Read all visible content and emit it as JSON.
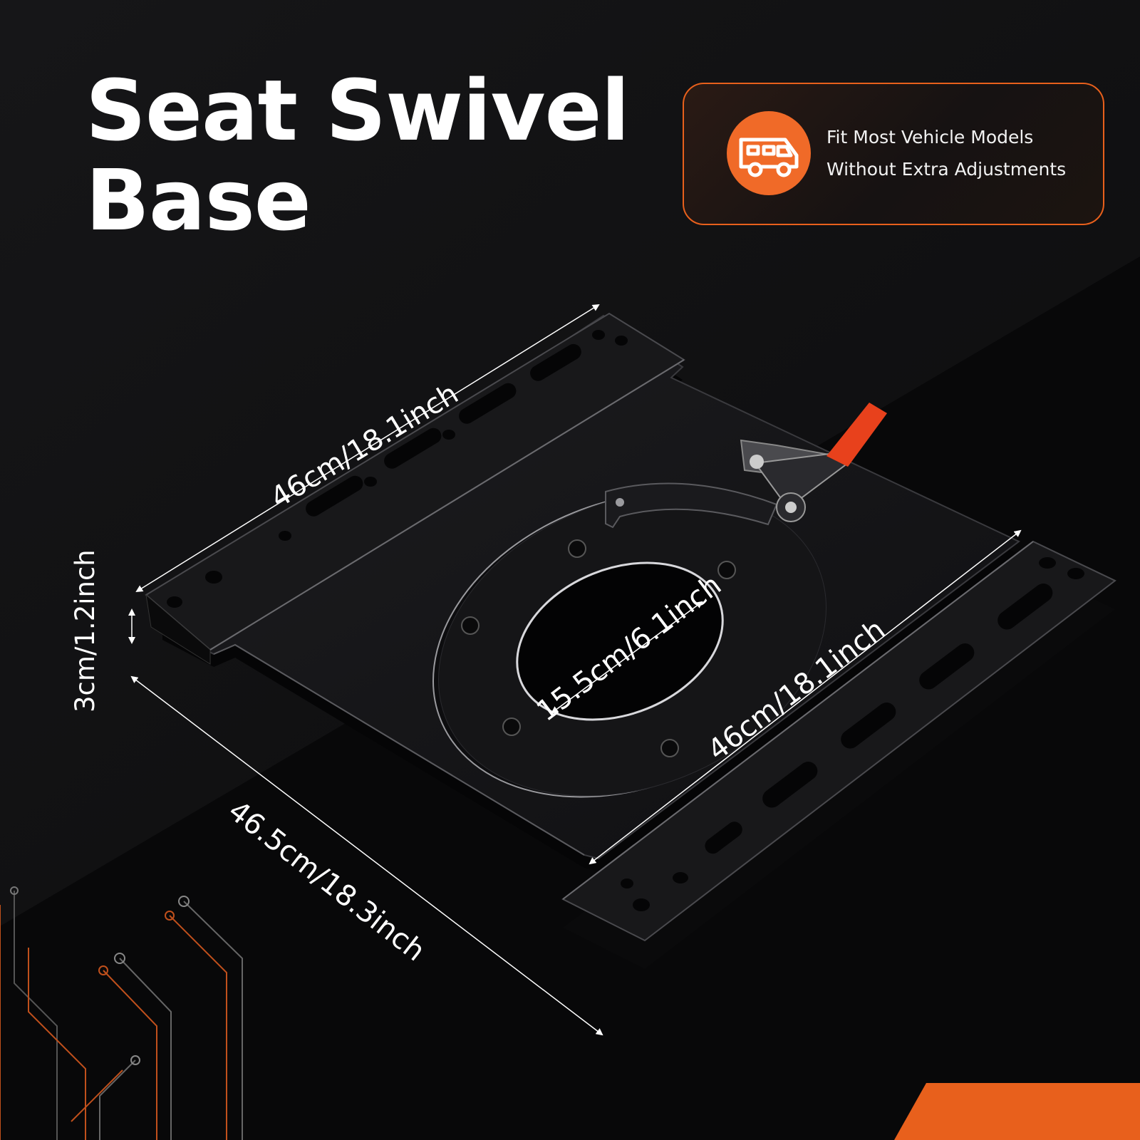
{
  "title": {
    "line1": "Seat Swivel",
    "line2": "Base"
  },
  "feature": {
    "icon": "rv-camper-icon",
    "line1": "Fit Most Vehicle Models",
    "line2": "Without Extra Adjustments",
    "accent_color": "#f06a28"
  },
  "dimensions": {
    "top_length": "46cm/18.1inch",
    "height": "3cm/1.2inch",
    "hole_diameter": "15.5cm/6.1inch",
    "rail_length": "46cm/18.1inch",
    "depth": "46.5cm/18.3inch"
  },
  "colors": {
    "background": "#0b0b0c",
    "plate": "#141416",
    "handle": "#e8411c",
    "accent": "#f06a28"
  }
}
